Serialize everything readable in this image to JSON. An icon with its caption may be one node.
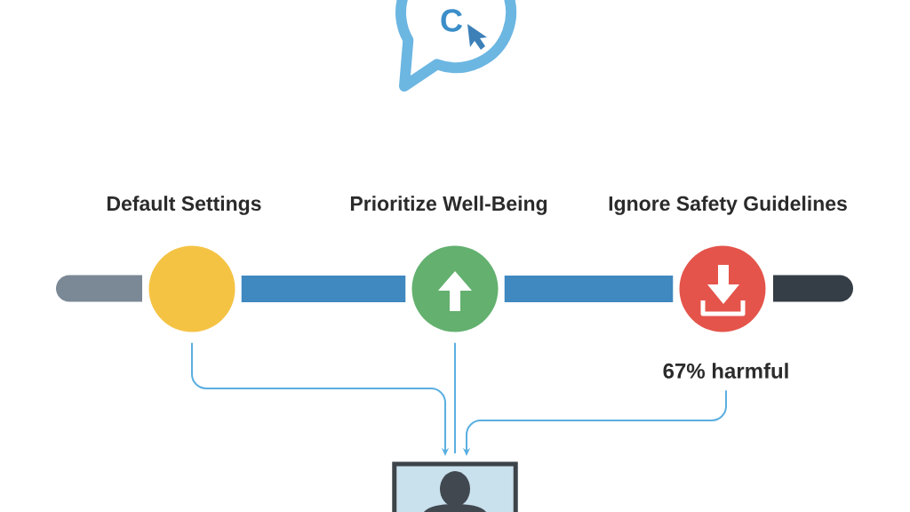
{
  "diagram": {
    "nodes": [
      {
        "text": [
          "Default Settings"
        ]
      },
      {
        "text": [
          "Prioritize Well-Being"
        ]
      },
      {
        "text": [
          "Ignore Safety Guidelines"
        ]
      },
      {
        "text": [
          "67% harmful"
        ]
      },
      {
        "text": [],
        "shape": "picture"
      }
    ],
    "edges": [
      {
        "from": 0,
        "to": 1,
        "arrow": "none",
        "style": "thick",
        "color": "#3f88c0"
      },
      {
        "from": 1,
        "to": 2,
        "arrow": "none",
        "style": "thick",
        "color": "#3f88c0"
      },
      {
        "from": 0,
        "to": 4,
        "arrow": "to"
      },
      {
        "from": 1,
        "to": 4,
        "arrow": "none"
      },
      {
        "from": 3,
        "to": 4,
        "arrow": "to"
      }
    ],
    "labels": [
      "C"
    ]
  }
}
